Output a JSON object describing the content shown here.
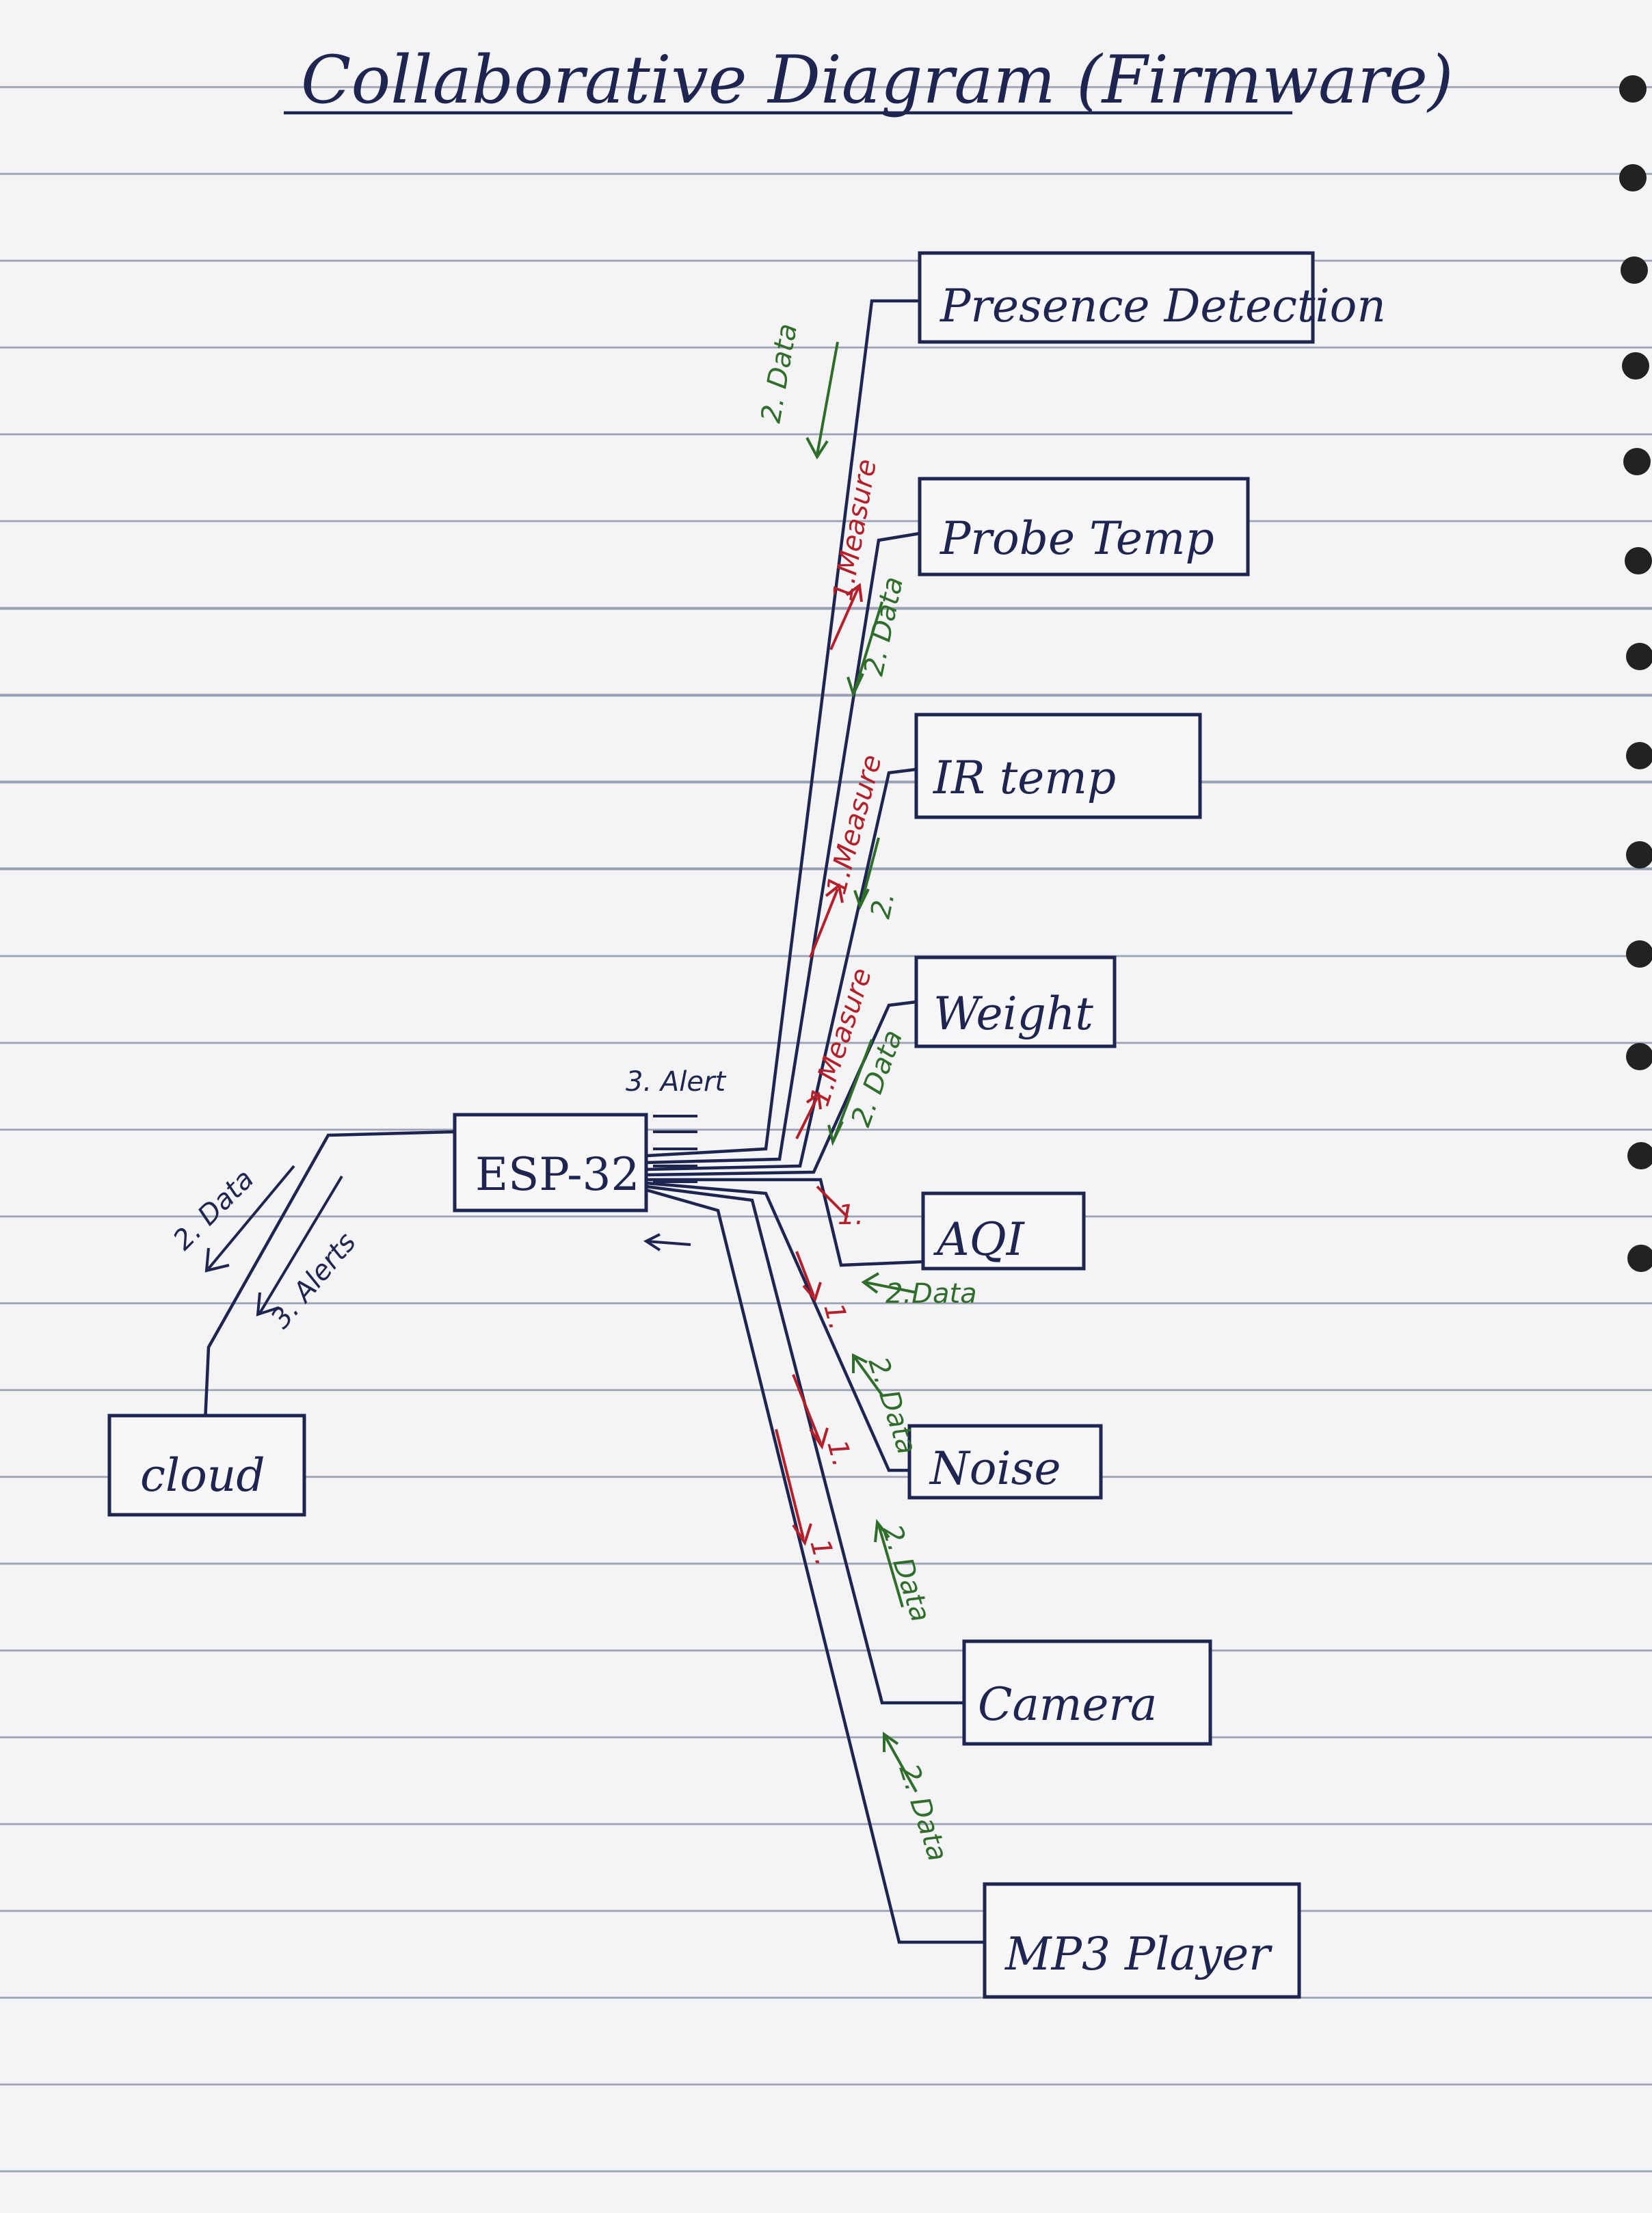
{
  "title": "Collaborative Diagram (Firmware)",
  "nodes": {
    "esp32": "ESP-32",
    "cloud": "cloud",
    "presence": "Presence Detection",
    "probe_temp": "Probe Temp",
    "ir_temp": "IR temp",
    "weight": "Weight",
    "aqi": "AQI",
    "noise": "Noise",
    "camera": "Camera",
    "mp3": "MP3 Player"
  },
  "messages": {
    "presence_data": "2. Data",
    "probe_measure": "1.Measure",
    "probe_data": "2. Data",
    "ir_measure": "1.Measure",
    "ir_data": "2.",
    "weight_measure": "1.Measure",
    "weight_data": "2. Data",
    "alert": "3. Alert",
    "aqi_measure": "1.",
    "aqi_data": "2.Data",
    "noise_measure": "1.",
    "noise_data": "2. Data",
    "camera_measure": "1.",
    "camera_data": "2. Data",
    "mp3_measure": "1.",
    "mp3_data": "2. Data",
    "cloud_data": "2. Data",
    "cloud_alerts": "3. Alerts"
  },
  "colors": {
    "ink": "#1d2550",
    "measure": "#b3202a",
    "data": "#2f6d2a"
  }
}
